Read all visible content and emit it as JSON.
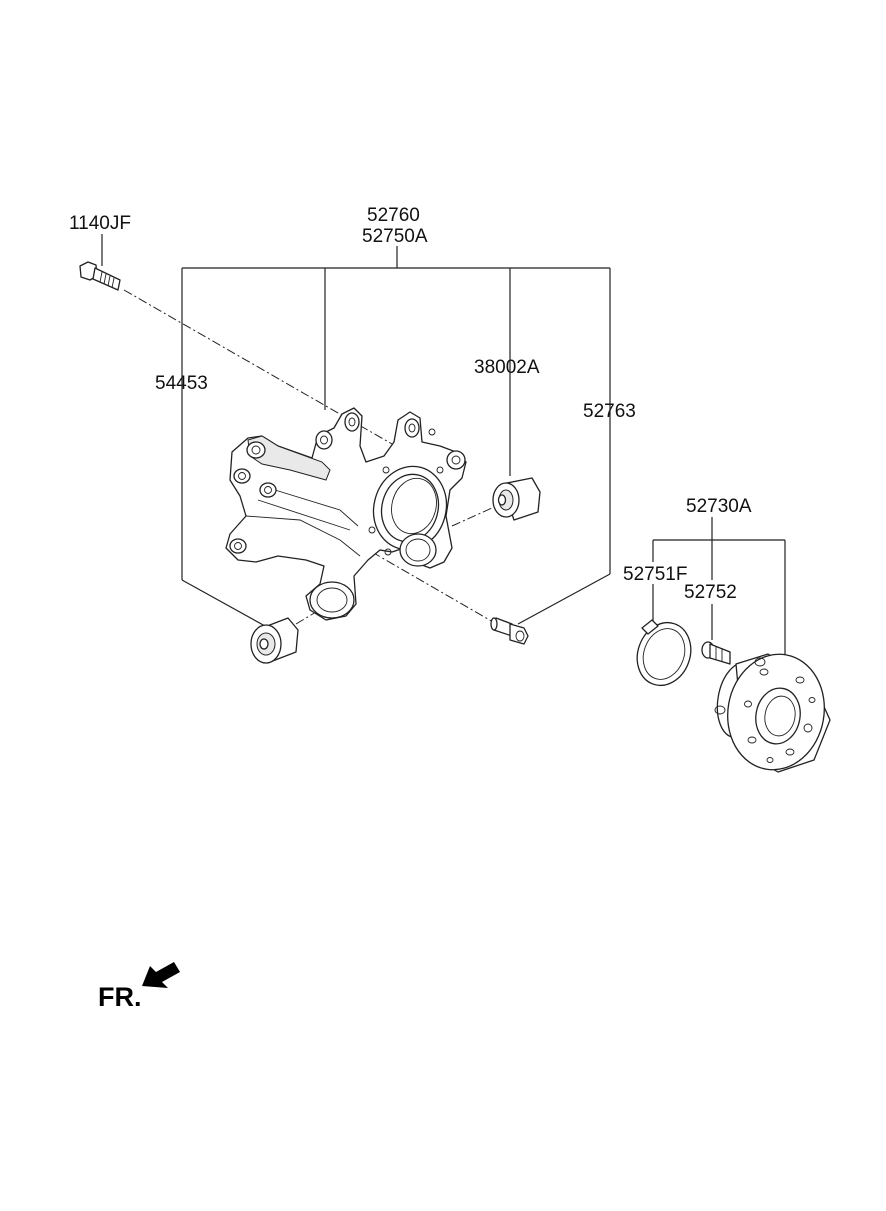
{
  "labels": {
    "bolt": "1140JF",
    "knuckle_assy_1": "52760",
    "knuckle_assy_2": "52750A",
    "bushing_lower": "54453",
    "bushing_upper": "38002A",
    "bolt_hub": "52763",
    "hub_assy": "52730A",
    "sensor_ring": "52751F",
    "hub_bolt": "52752",
    "front_indicator": "FR."
  }
}
